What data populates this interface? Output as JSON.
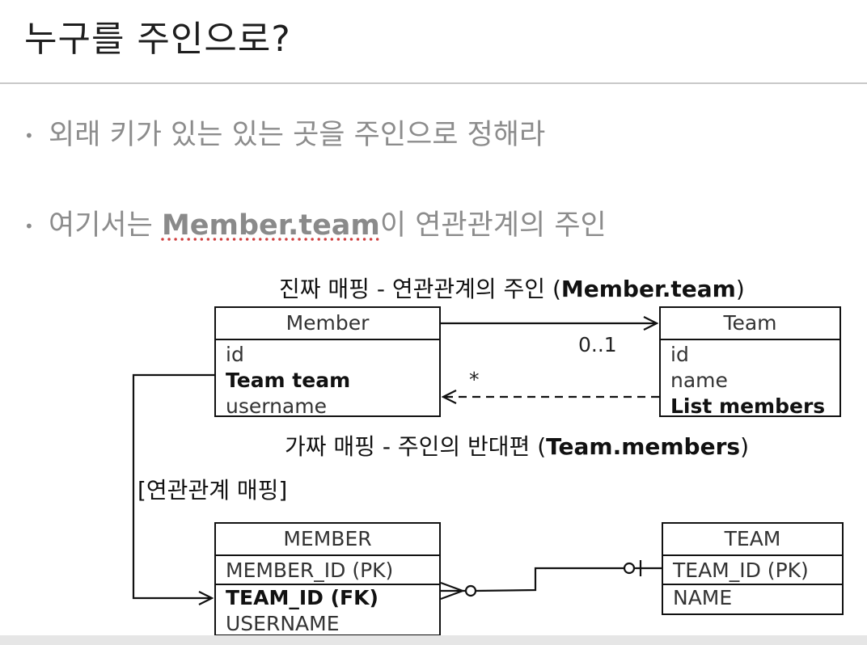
{
  "slide": {
    "title": "누구를 주인으로?",
    "bullets": [
      {
        "text": "외래 키가 있는 있는 곳을 주인으로 정해라"
      },
      {
        "prefix": "여기서는 ",
        "strong": "Member.team",
        "suffix": "이 연관관계의 주인"
      }
    ]
  },
  "diagram": {
    "real_caption": {
      "prefix": "진짜 매핑 - 연관관계의 주인 (",
      "strong": "Member.team",
      "suffix": ")"
    },
    "fake_caption": {
      "prefix": "가짜 매핑 - 주인의 반대편 (",
      "strong": "Team.members",
      "suffix": ")"
    },
    "relation_label": "[연관관계 매핑]",
    "multiplicity_one": "0..1",
    "multiplicity_many": "*",
    "member_class": {
      "name": "Member",
      "fields": [
        "id",
        "Team team",
        "username"
      ]
    },
    "team_class": {
      "name": "Team",
      "fields": [
        "id",
        "name",
        "List members"
      ]
    },
    "member_table": {
      "name": "MEMBER",
      "pk": "MEMBER_ID (PK)",
      "fk": "TEAM_ID (FK)",
      "col": "USERNAME"
    },
    "team_table": {
      "name": "TEAM",
      "pk": "TEAM_ID (PK)",
      "col": "NAME"
    }
  }
}
